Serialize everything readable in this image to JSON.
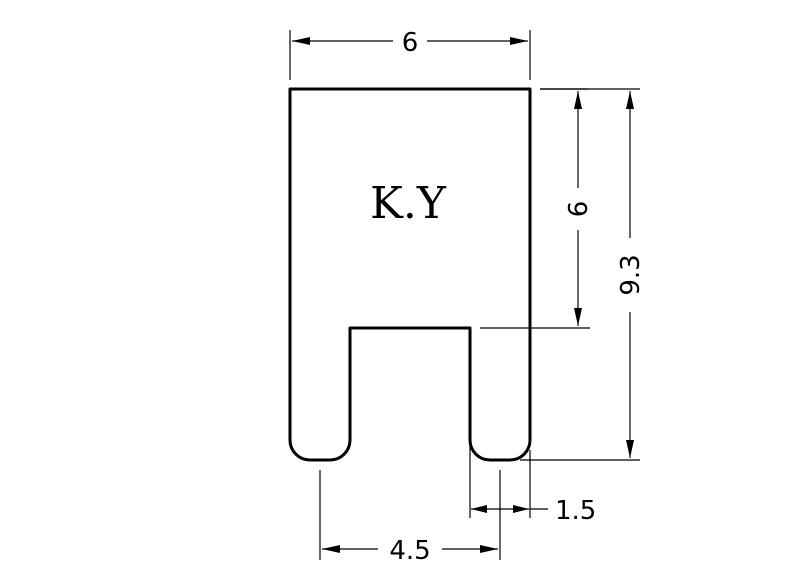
{
  "part_marking": "K.Y",
  "dimensions": {
    "top_width": "6",
    "body_height": "6",
    "total_height": "9.3",
    "leg_width": "1.5",
    "leg_spacing": "4.5"
  },
  "colors": {
    "line": "#000000",
    "background": "#ffffff"
  }
}
